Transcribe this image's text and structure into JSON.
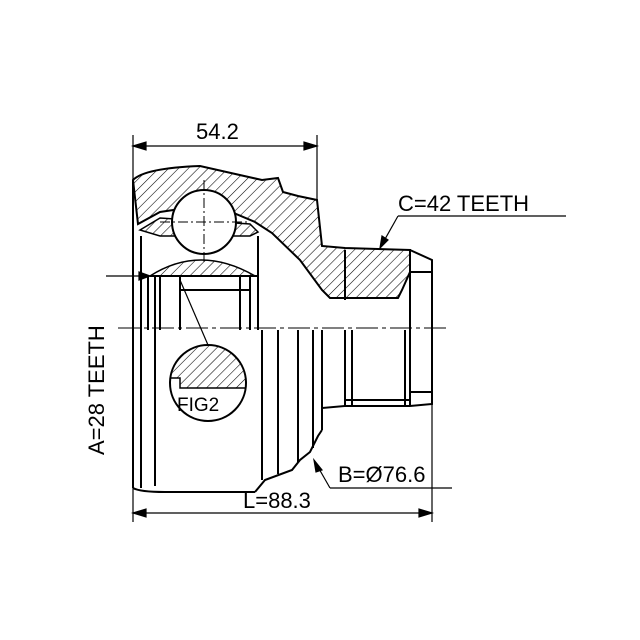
{
  "labels": {
    "top_dimension": "54.2",
    "c_teeth": "C=42 TEETH",
    "a_teeth": "A=28 TEETH",
    "fig": "FIG2",
    "b_diameter": "B=Ø76.6",
    "length": "L=88.3"
  },
  "colors": {
    "line": "#000000",
    "background": "#ffffff"
  }
}
